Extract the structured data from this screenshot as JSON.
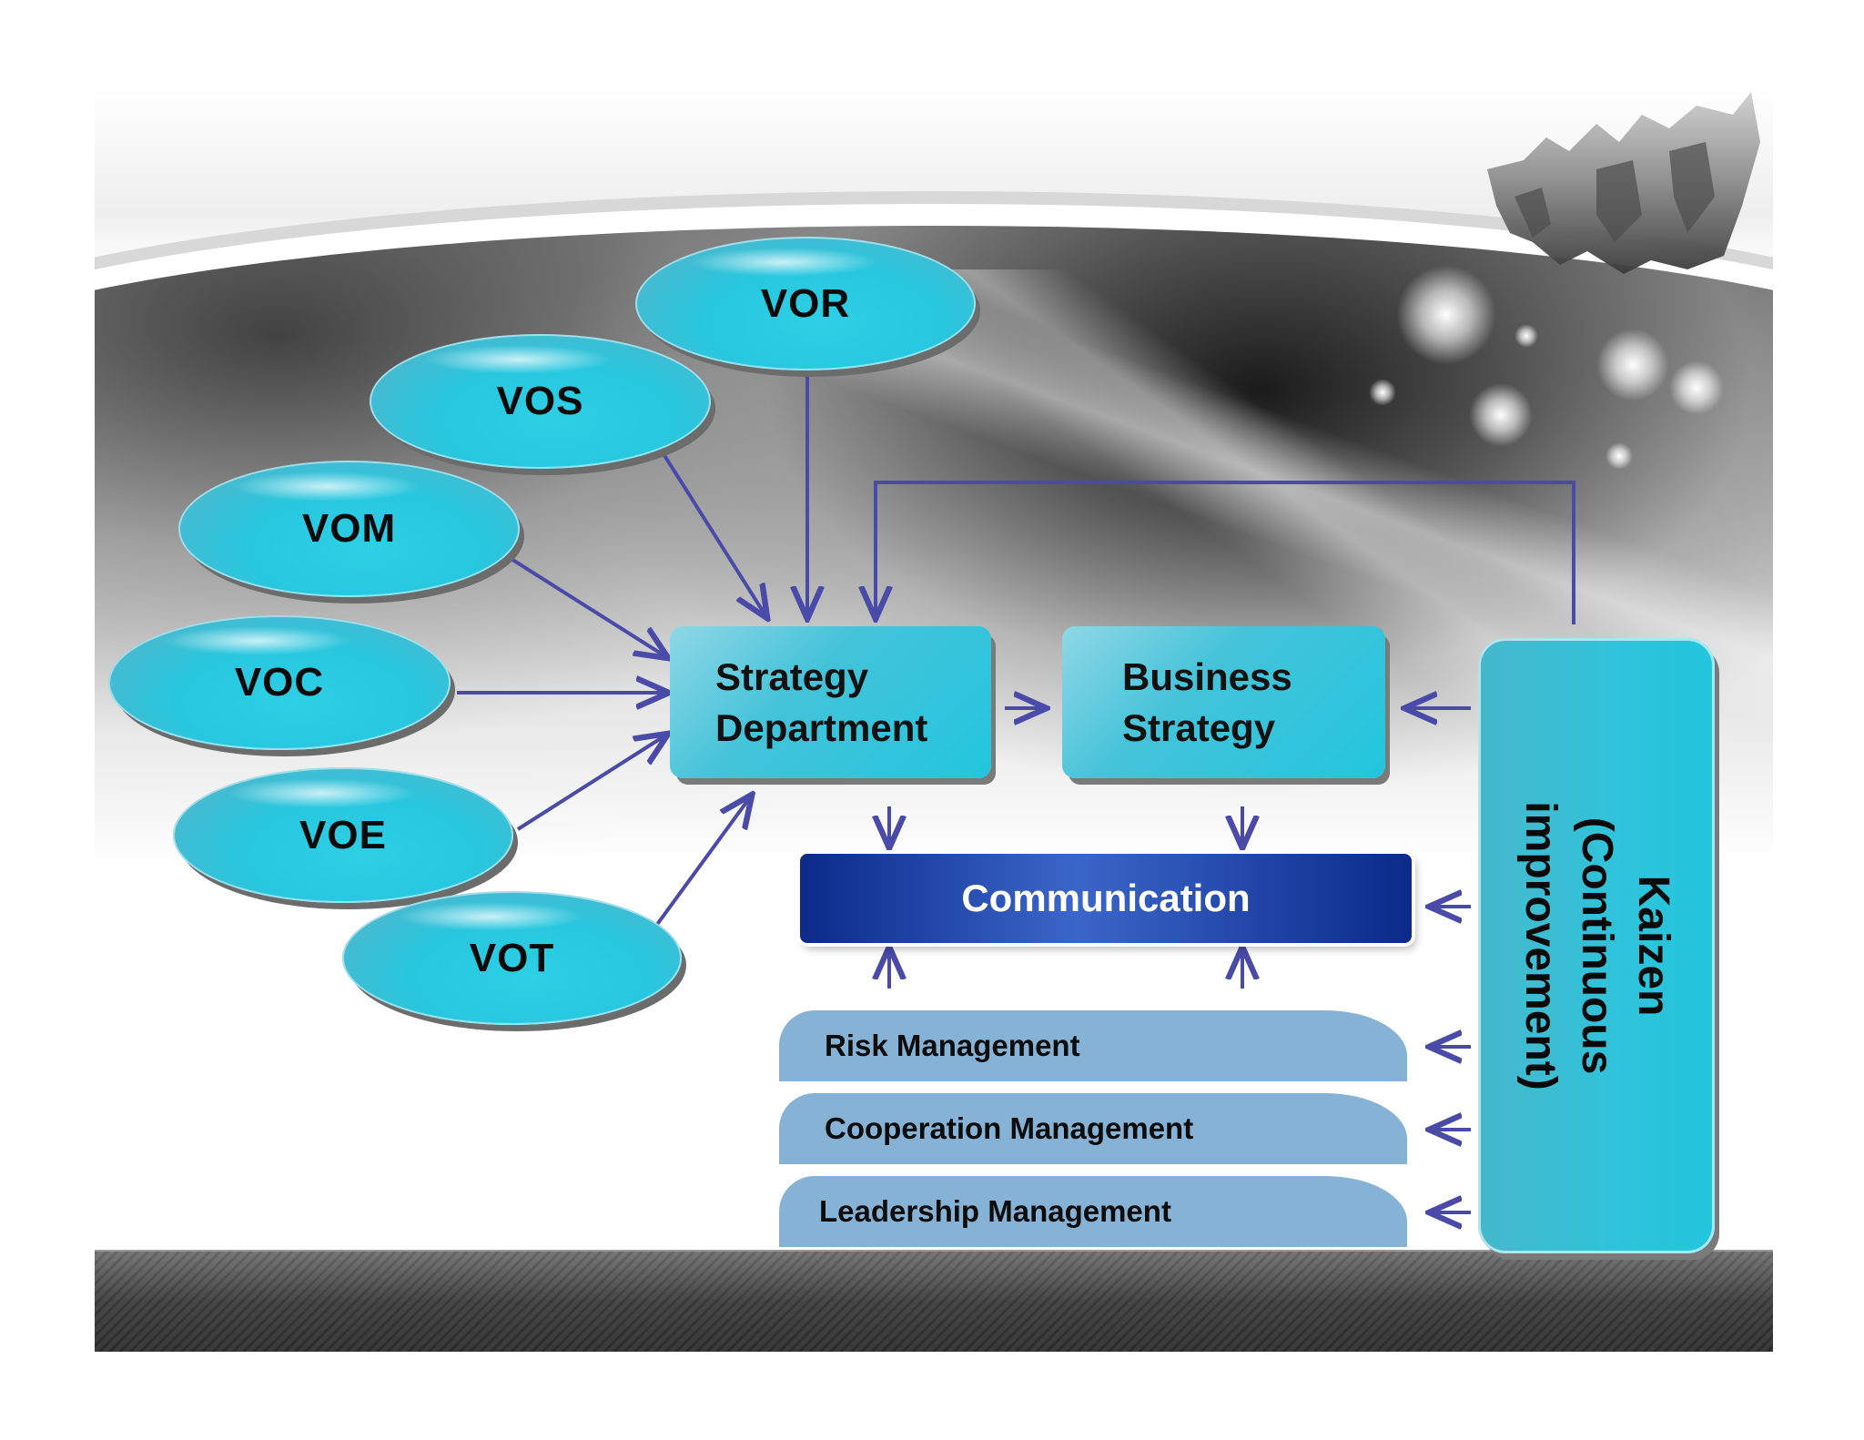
{
  "nodes": {
    "vor": "VOR",
    "vos": "VOS",
    "vom": "VOM",
    "voc": "VOC",
    "voe": "VOE",
    "vot": "VOT",
    "strategy_department": [
      "Strategy",
      "Department"
    ],
    "business_strategy": [
      "Business",
      "Strategy"
    ],
    "communication": "Communication",
    "layers": [
      "Risk Management",
      "Cooperation Management",
      "Leadership Management"
    ],
    "kaizen": [
      "Kaizen",
      "(Continuous",
      "improvement)"
    ]
  },
  "colors": {
    "arrow": "#4a4aa8",
    "oval": "#27c7df",
    "box": "#44c3d9",
    "communication": "#0b2a8a",
    "layer": "#86b2d6"
  }
}
